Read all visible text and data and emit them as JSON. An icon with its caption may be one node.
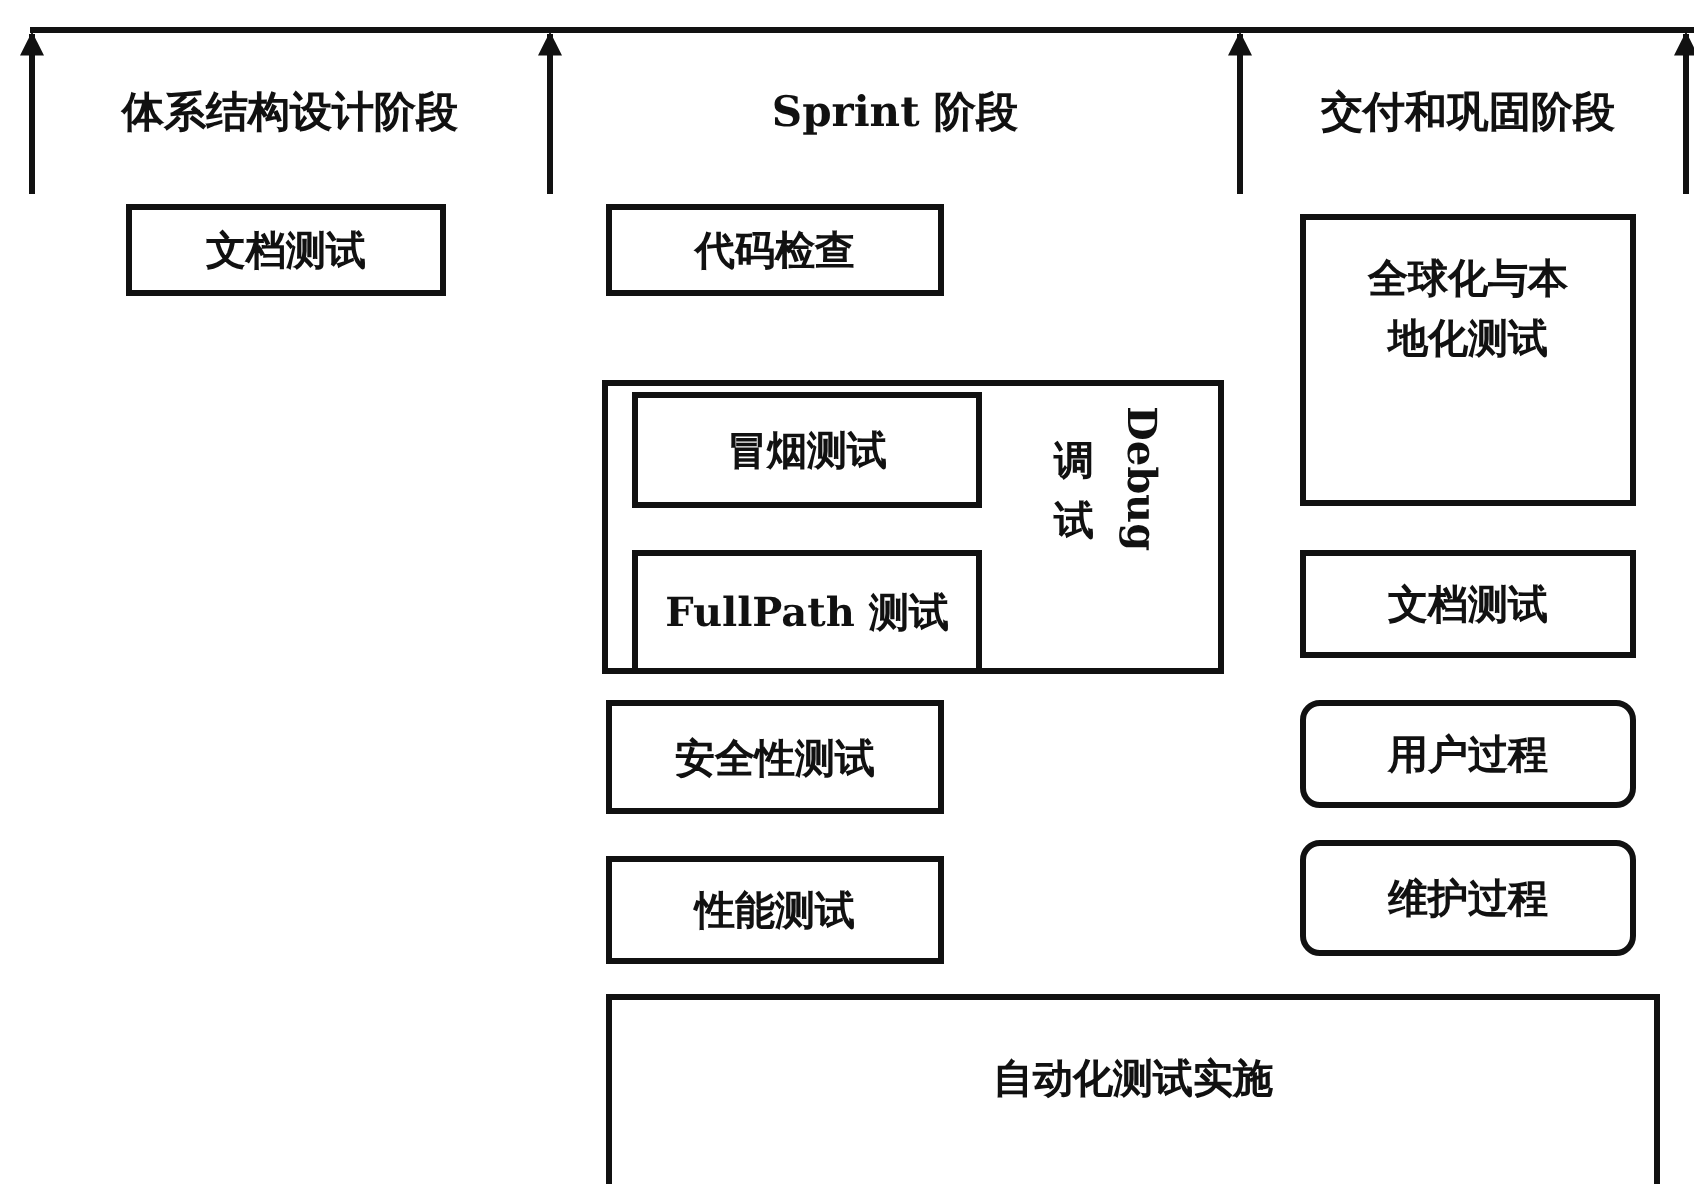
{
  "diagram": {
    "nodes": [
      {
        "text": [
          "文档测试"
        ]
      },
      {
        "text": [
          "代码检查"
        ]
      },
      {
        "text": [
          "调试",
          "Debug"
        ]
      },
      {
        "text": [
          "冒烟测试"
        ],
        "in": 2
      },
      {
        "text": [
          "FullPath 测试"
        ],
        "in": 2
      },
      {
        "text": [
          "安全性测试"
        ]
      },
      {
        "text": [
          "性能测试"
        ]
      },
      {
        "text": [
          "自动化测试实施"
        ]
      },
      {
        "text": [
          "全球化与本地化测试"
        ]
      },
      {
        "text": [
          "文档测试"
        ]
      },
      {
        "text": [
          "用户过程"
        ]
      },
      {
        "text": [
          "维护过程"
        ]
      }
    ],
    "labels": [
      "体系结构设计阶段",
      "Sprint 阶段",
      "交付和巩固阶段"
    ]
  }
}
